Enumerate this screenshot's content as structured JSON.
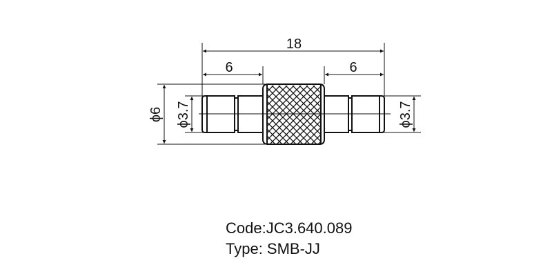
{
  "drawing": {
    "dimensions": {
      "overall_length": "18",
      "left_section_length": "6",
      "right_section_length": "6",
      "outer_diameter": "ϕ6",
      "left_pin_diameter": "ϕ3.7",
      "right_pin_diameter": "ϕ3.7"
    }
  },
  "caption": {
    "code": "Code:JC3.640.089",
    "type": "Type: SMB-JJ"
  }
}
